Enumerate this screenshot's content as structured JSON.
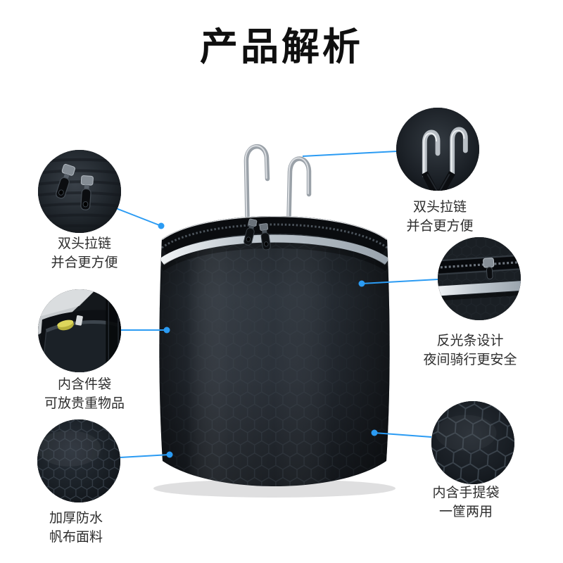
{
  "title": "产品解析",
  "colors": {
    "accent": "#2b9bf3",
    "title_text": "#0f0f0f",
    "label_text": "#2d2d2d",
    "bag_dark": "#1b2025",
    "bag_mid": "#2b323a",
    "reflective_strip": "#c2cad1",
    "zipper_band": "#0a0c0f"
  },
  "callouts": [
    {
      "name": "double-zipper-left",
      "line1": "双头拉链",
      "line2": "并合更方便"
    },
    {
      "name": "inner-pocket",
      "line1": "内含件袋",
      "line2": "可放贵重物品"
    },
    {
      "name": "thick-canvas",
      "line1": "加厚防水",
      "line2": "帆布面料"
    },
    {
      "name": "double-zipper-right",
      "line1": "双头拉链",
      "line2": "并合更方便"
    },
    {
      "name": "reflective-strip",
      "line1": "反光条设计",
      "line2": "夜间骑行更安全"
    },
    {
      "name": "inner-handbag",
      "line1": "内含手提袋",
      "line2": "一筐两用"
    }
  ]
}
